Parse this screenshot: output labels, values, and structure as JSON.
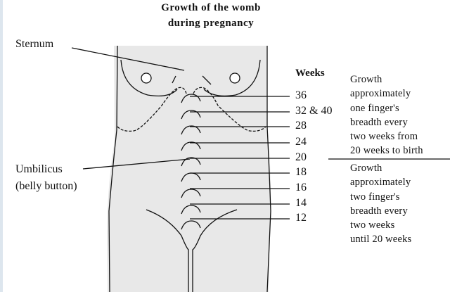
{
  "title": {
    "line1": "Growth of the womb",
    "line2": "during pregnancy"
  },
  "labels": {
    "sternum": "Sternum",
    "umbilicus": "Umbilicus",
    "umbilicus_sub": "(belly button)"
  },
  "weeks_header": "Weeks",
  "weeks": [
    "36",
    "32 & 40",
    "28",
    "24",
    "20",
    "18",
    "16",
    "14",
    "12"
  ],
  "notes": {
    "upper": [
      "Growth",
      "approximately",
      "one finger's",
      "breadth every",
      "two weeks from",
      "20 weeks to birth"
    ],
    "lower": [
      "Growth",
      "approximately",
      "two finger's",
      "breadth every",
      "two weeks",
      "until 20 weeks"
    ]
  }
}
